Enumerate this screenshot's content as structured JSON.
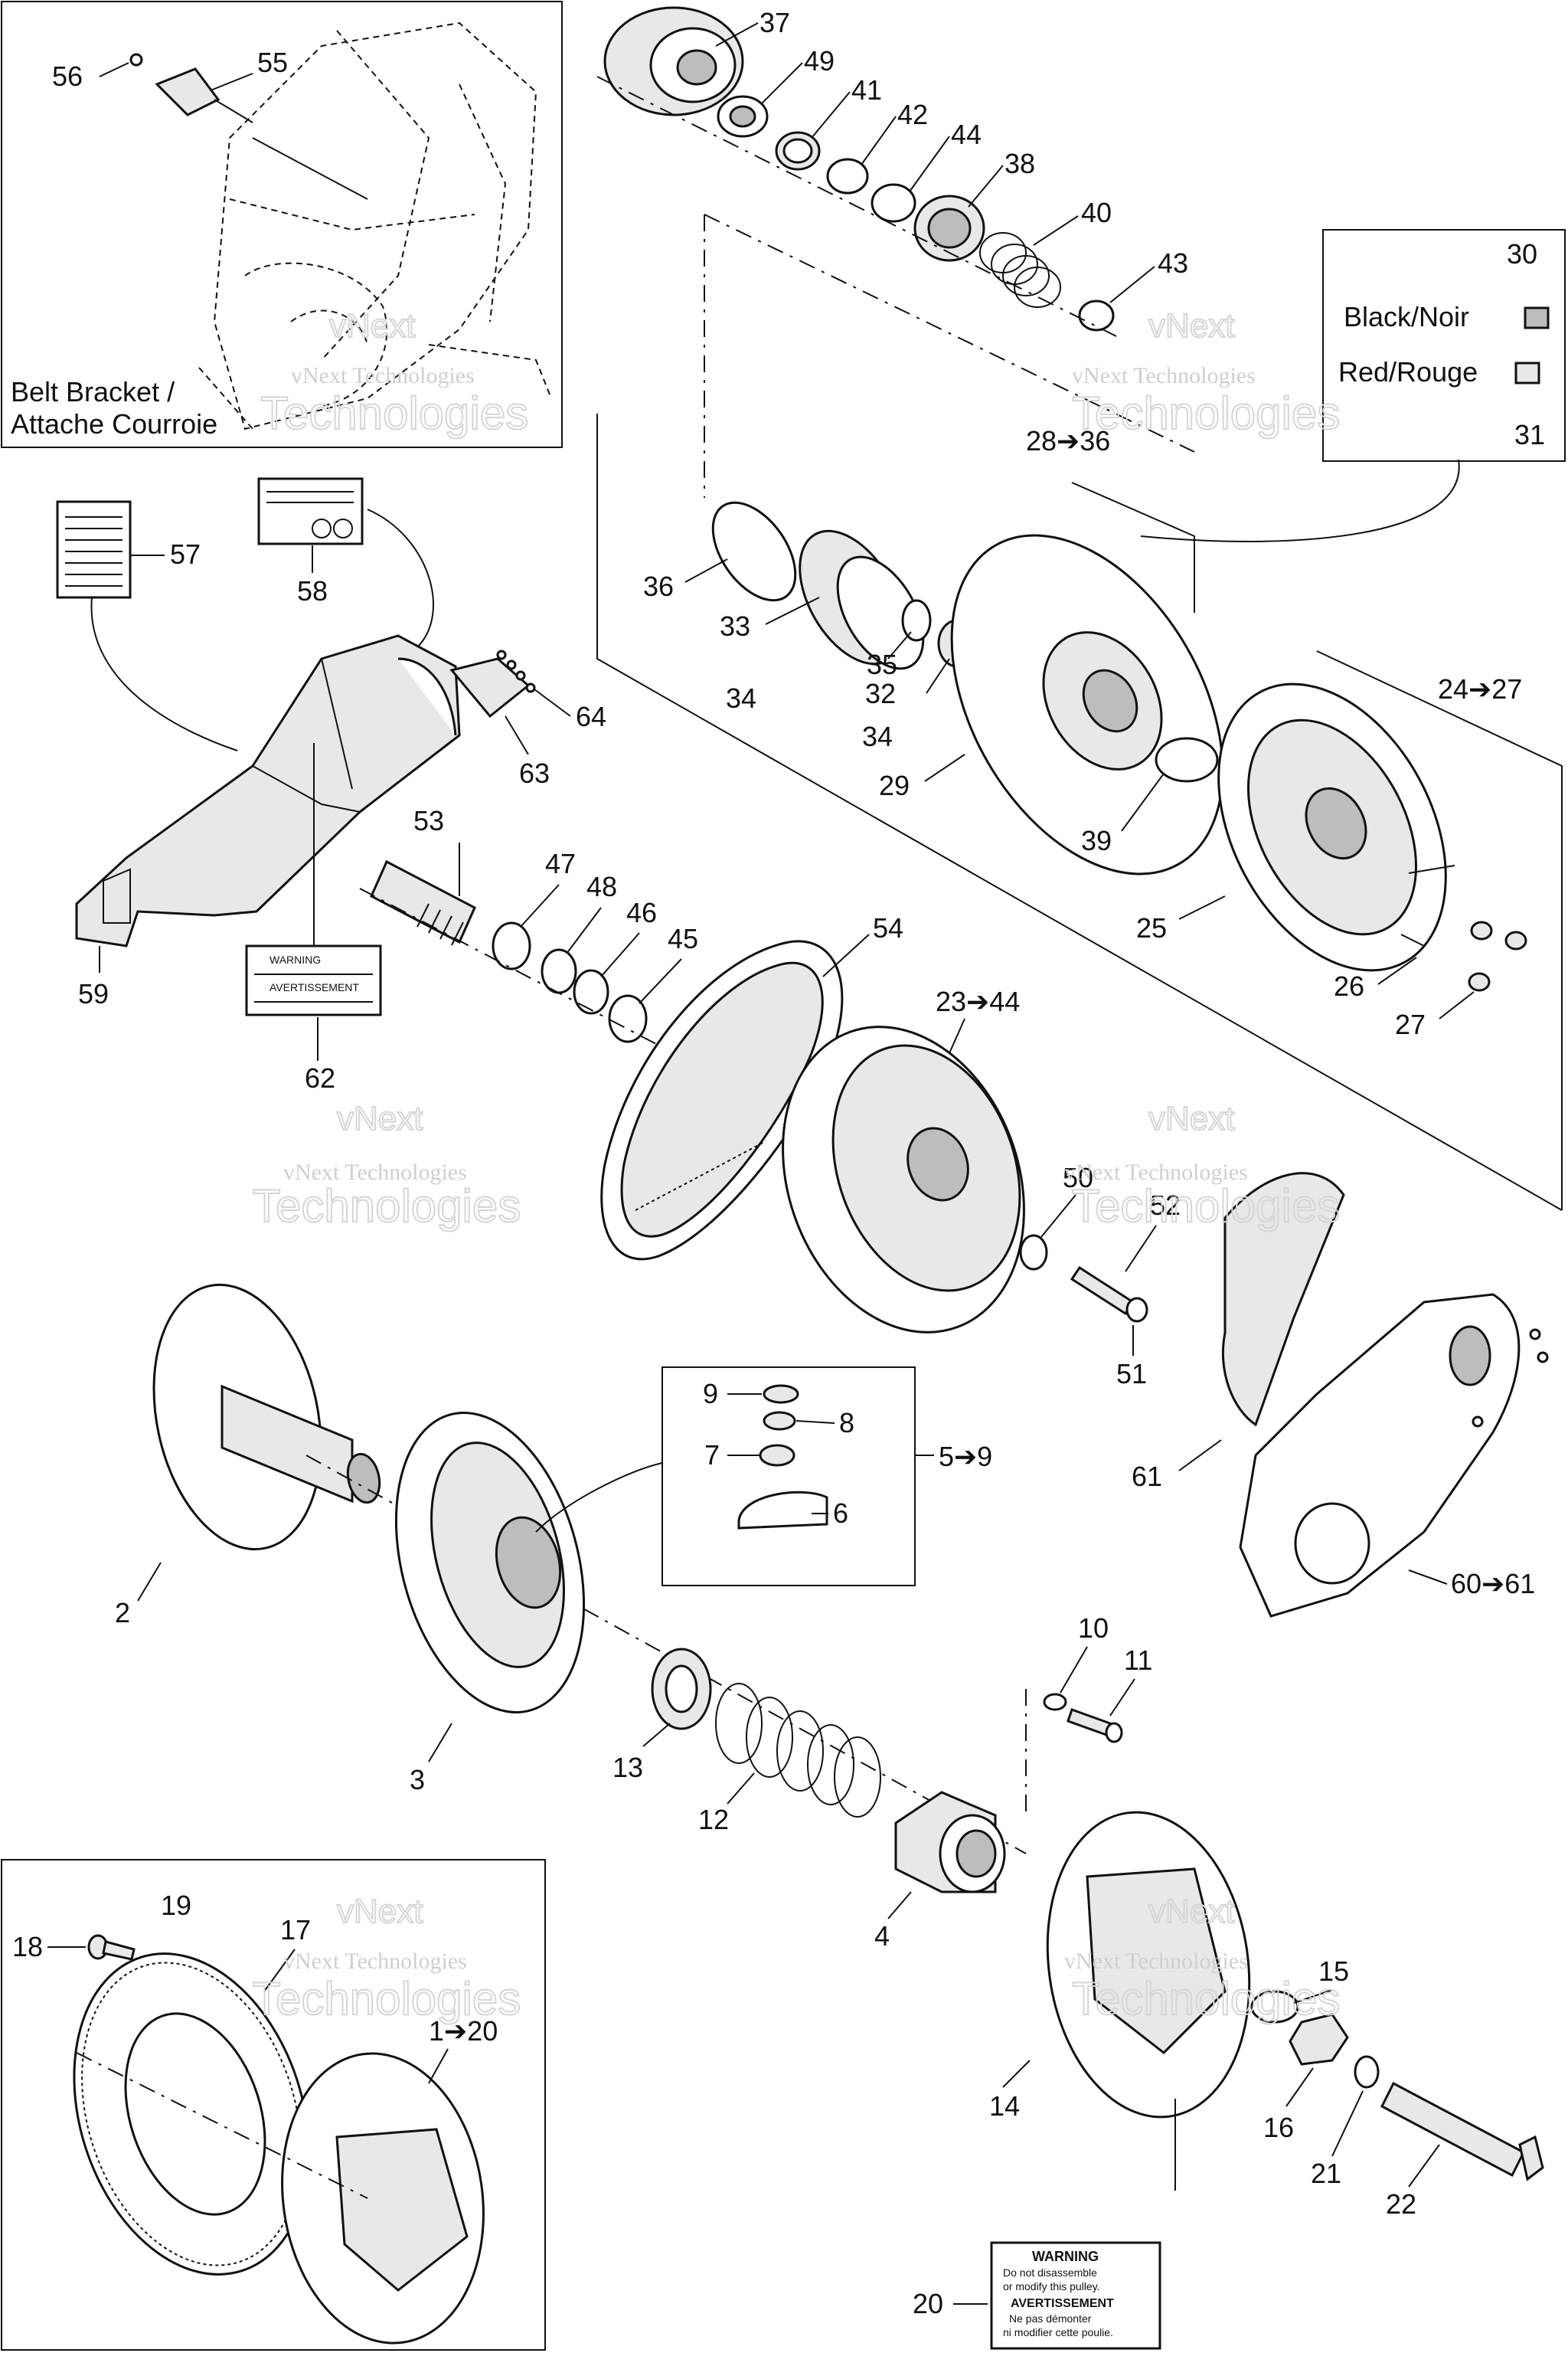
{
  "inset_top_left": {
    "label_line1": "Belt Bracket /",
    "label_line2": "Attache Courroie"
  },
  "color_legend": {
    "black": "Black/Noir",
    "red": "Red/Rouge",
    "black_part": "30",
    "red_part": "31"
  },
  "watermark": {
    "line1": "vNext",
    "line2": "Technologies",
    "small": "vNext Technologies"
  },
  "decals": {
    "warning_title": "WARNING",
    "warning_line1": "Do not disassemble",
    "warning_line2": "or modify this pulley.",
    "avertissement_title": "AVERTISSEMENT",
    "avertissement_line1": "Ne pas démonter",
    "avertissement_line2": "ni modifier cette poulie.",
    "guard_warning": "WARNING",
    "guard_avertissement": "AVERTISSEMENT"
  },
  "callouts": {
    "c1_20": "1➔20",
    "c2": "2",
    "c3": "3",
    "c4": "4",
    "c5_9": "5➔9",
    "c6": "6",
    "c7": "7",
    "c8": "8",
    "c9": "9",
    "c10": "10",
    "c11": "11",
    "c12": "12",
    "c13": "13",
    "c14": "14",
    "c15": "15",
    "c16": "16",
    "c17": "17",
    "c18": "18",
    "c19": "19",
    "c20": "20",
    "c21": "21",
    "c22": "22",
    "c23_44": "23➔44",
    "c24_27": "24➔27",
    "c25": "25",
    "c26": "26",
    "c27": "27",
    "c28_36": "28➔36",
    "c29": "29",
    "c30": "30",
    "c31": "31",
    "c32": "32",
    "c33": "33",
    "c34a": "34",
    "c34b": "34",
    "c35": "35",
    "c36": "36",
    "c37": "37",
    "c38": "38",
    "c39": "39",
    "c40": "40",
    "c41": "41",
    "c42": "42",
    "c43": "43",
    "c44": "44",
    "c45": "45",
    "c46": "46",
    "c47": "47",
    "c48": "48",
    "c49": "49",
    "c50": "50",
    "c51": "51",
    "c52": "52",
    "c53": "53",
    "c54": "54",
    "c55": "55",
    "c56": "56",
    "c57": "57",
    "c58": "58",
    "c59": "59",
    "c60_61": "60➔61",
    "c61": "61",
    "c62": "62",
    "c63": "63",
    "c64": "64"
  }
}
